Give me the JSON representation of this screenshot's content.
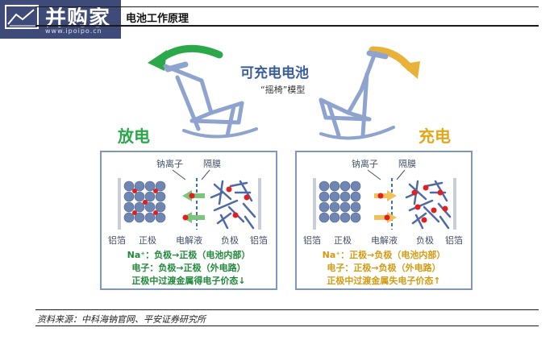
{
  "logo": {
    "name": "并购家",
    "url": "www.ipoipo.cn"
  },
  "header": {
    "title": "电池工作原理"
  },
  "figure": {
    "title": "可充电电池",
    "subtitle": "“摇椅”模型",
    "discharge": {
      "label": "放电",
      "label_color": "#2aa84a",
      "arrow_color": "#2aa84a",
      "sodium_ion_label": "钠离子",
      "separator_label": "隔膜",
      "bottom_labels": [
        "铝箔",
        "正极",
        "电解液",
        "负极",
        "铝箔"
      ],
      "lines": [
        "Na⁺：负极→正极（电池内部）",
        "电子：负极→正极（外电路）",
        "正极中过渡金属得电子价态↓"
      ],
      "text_color": "#1f8a3b"
    },
    "charge": {
      "label": "充电",
      "label_color": "#e0a81a",
      "arrow_color": "#e8b23a",
      "sodium_ion_label": "钠离子",
      "separator_label": "隔膜",
      "bottom_labels": [
        "铝箔",
        "正极",
        "电解液",
        "负极",
        "铝箔"
      ],
      "lines": [
        "Na⁺：正极→负极（电池内部）",
        "电子：正极→负极（外电路）",
        "正极中过渡金属失电子价态↑"
      ],
      "text_color": "#d49a10"
    },
    "colors": {
      "panel_border": "#7d97bd",
      "sphere": "#6f86b3",
      "ion": "#e02020",
      "chair": "#8fa3cf"
    }
  },
  "source": "资料来源：中科海钠官网、平安证券研究所"
}
